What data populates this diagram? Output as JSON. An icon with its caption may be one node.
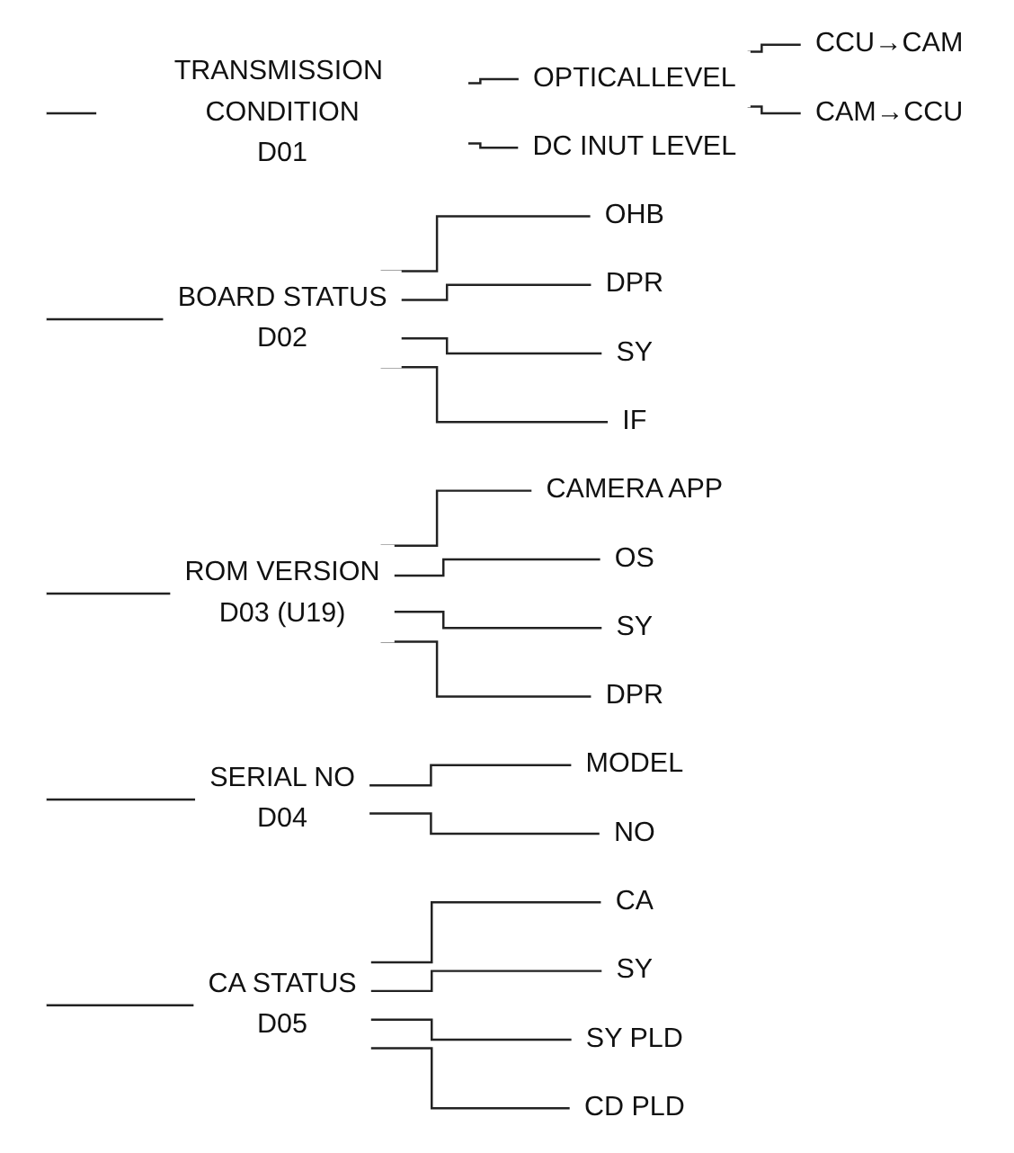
{
  "diagram": {
    "nodes": [
      {
        "text": [
          "TRANSMISSION CONDITION",
          "D01"
        ]
      },
      {
        "text": [
          "OPTICALLEVEL"
        ]
      },
      {
        "text": [
          "CCU→CAM"
        ]
      },
      {
        "text": [
          "CAM→CCU"
        ]
      },
      {
        "text": [
          "DC INUT LEVEL"
        ]
      },
      {
        "text": [
          "BOARD STATUS",
          "D02"
        ]
      },
      {
        "text": [
          "OHB"
        ]
      },
      {
        "text": [
          "DPR"
        ]
      },
      {
        "text": [
          "SY"
        ]
      },
      {
        "text": [
          "IF"
        ]
      },
      {
        "text": [
          "ROM VERSION",
          "D03 (U19)"
        ]
      },
      {
        "text": [
          "CAMERA APP"
        ]
      },
      {
        "text": [
          "OS"
        ]
      },
      {
        "text": [
          "SY"
        ]
      },
      {
        "text": [
          "DPR"
        ]
      },
      {
        "text": [
          "SERIAL NO",
          "D04"
        ]
      },
      {
        "text": [
          "MODEL"
        ]
      },
      {
        "text": [
          "NO"
        ]
      },
      {
        "text": [
          "CA STATUS",
          "D05"
        ]
      },
      {
        "text": [
          "CA"
        ]
      },
      {
        "text": [
          "SY"
        ]
      },
      {
        "text": [
          "SY PLD"
        ]
      },
      {
        "text": [
          "CD PLD"
        ]
      }
    ],
    "edges": [
      {
        "from": null,
        "to": 0,
        "arrow": "none"
      },
      {
        "from": null,
        "to": 5,
        "arrow": "none"
      },
      {
        "from": null,
        "to": 10,
        "arrow": "none"
      },
      {
        "from": null,
        "to": 15,
        "arrow": "none"
      },
      {
        "from": null,
        "to": 18,
        "arrow": "none"
      },
      {
        "from": 0,
        "to": 1,
        "arrow": "none"
      },
      {
        "from": 1,
        "to": 2,
        "arrow": "none"
      },
      {
        "from": 1,
        "to": 3,
        "arrow": "none"
      },
      {
        "from": 0,
        "to": 4,
        "arrow": "none"
      },
      {
        "from": 5,
        "to": 6,
        "arrow": "none"
      },
      {
        "from": 5,
        "to": 7,
        "arrow": "none"
      },
      {
        "from": 5,
        "to": 8,
        "arrow": "none"
      },
      {
        "from": 5,
        "to": 9,
        "arrow": "none"
      },
      {
        "from": 10,
        "to": 11,
        "arrow": "none"
      },
      {
        "from": 10,
        "to": 12,
        "arrow": "none"
      },
      {
        "from": 10,
        "to": 13,
        "arrow": "none"
      },
      {
        "from": 10,
        "to": 14,
        "arrow": "none"
      },
      {
        "from": 15,
        "to": 16,
        "arrow": "none"
      },
      {
        "from": 15,
        "to": 17,
        "arrow": "none"
      },
      {
        "from": 18,
        "to": 19,
        "arrow": "none"
      },
      {
        "from": 18,
        "to": 20,
        "arrow": "none"
      },
      {
        "from": 18,
        "to": 21,
        "arrow": "none"
      },
      {
        "from": 18,
        "to": 22,
        "arrow": "none"
      }
    ]
  }
}
